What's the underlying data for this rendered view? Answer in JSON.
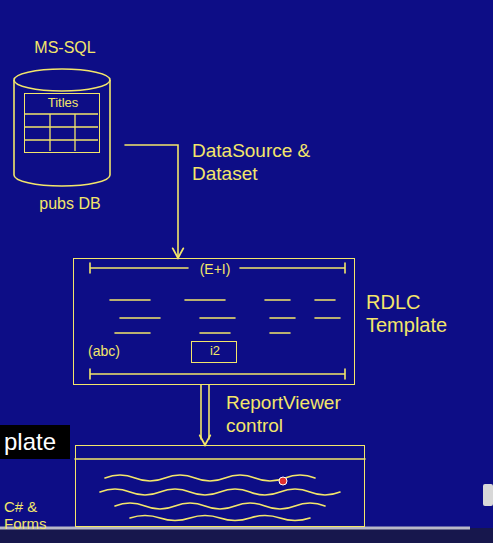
{
  "diagram": {
    "nodes": [
      {
        "text": [
          "MS-SQL",
          "pubs DB"
        ]
      },
      {
        "text": [
          "Titles"
        ],
        "in": 0
      },
      {
        "text": [
          "RDLC Template",
          "(E+I)",
          "(abc)"
        ]
      },
      {
        "text": [
          "i2"
        ],
        "in": 2
      },
      {
        "text": [
          "C# & Forms"
        ]
      }
    ],
    "edges": [
      {
        "from": 0,
        "to": 2,
        "arrow": "to",
        "label": "DataSource & Dataset"
      },
      {
        "from": 2,
        "to": 4,
        "arrow": "to",
        "label": "ReportViewer control"
      }
    ],
    "labels": [
      "plate"
    ]
  }
}
